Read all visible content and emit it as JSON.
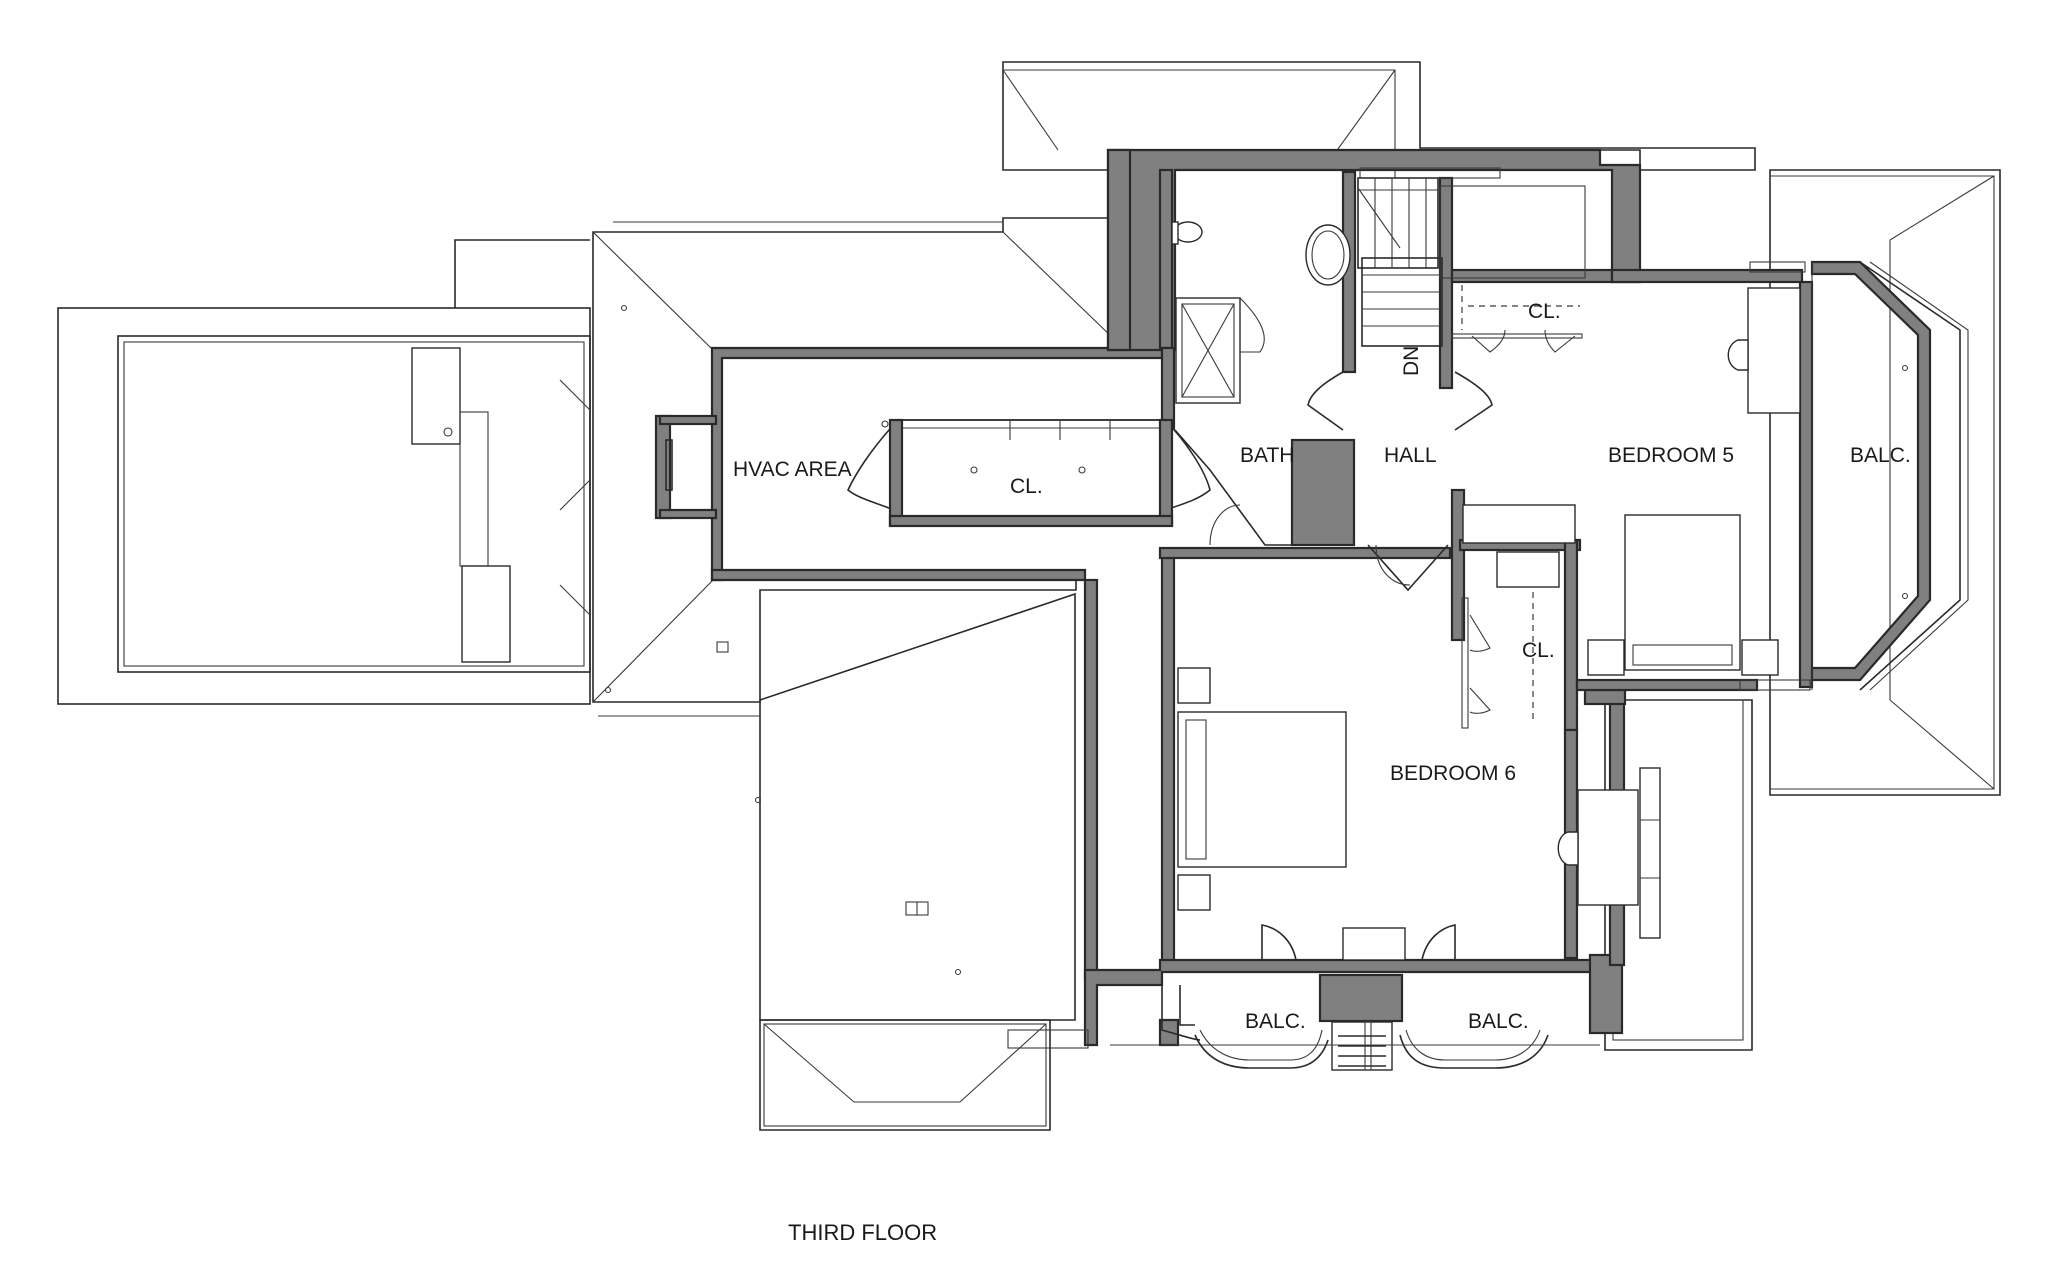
{
  "plan": {
    "title": "THIRD FLOOR",
    "rooms": {
      "hvac_area": "HVAC AREA",
      "closet_hvac": "CL.",
      "bath": "BATH",
      "hall": "HALL",
      "stair_dn": "DN",
      "bedroom5": "BEDROOM 5",
      "closet_bed5": "CL.",
      "balc_east": "BALC.",
      "closet_bed6": "CL.",
      "bedroom6": "BEDROOM 6",
      "balc_south_left": "BALC.",
      "balc_south_right": "BALC."
    }
  },
  "colors": {
    "wall_fill": "#808080",
    "line": "#2a2a2a",
    "background": "#ffffff"
  }
}
